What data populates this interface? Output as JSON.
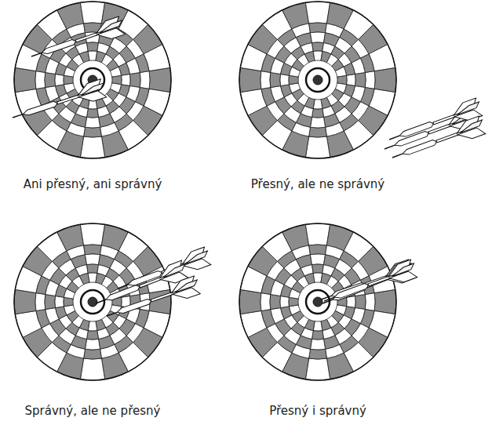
{
  "diagram": {
    "labels": [
      "Ani přesný, ani správný",
      "Přesný, ale ne správný",
      "Správný, ale ne přesný",
      "Přesný i správný"
    ]
  }
}
